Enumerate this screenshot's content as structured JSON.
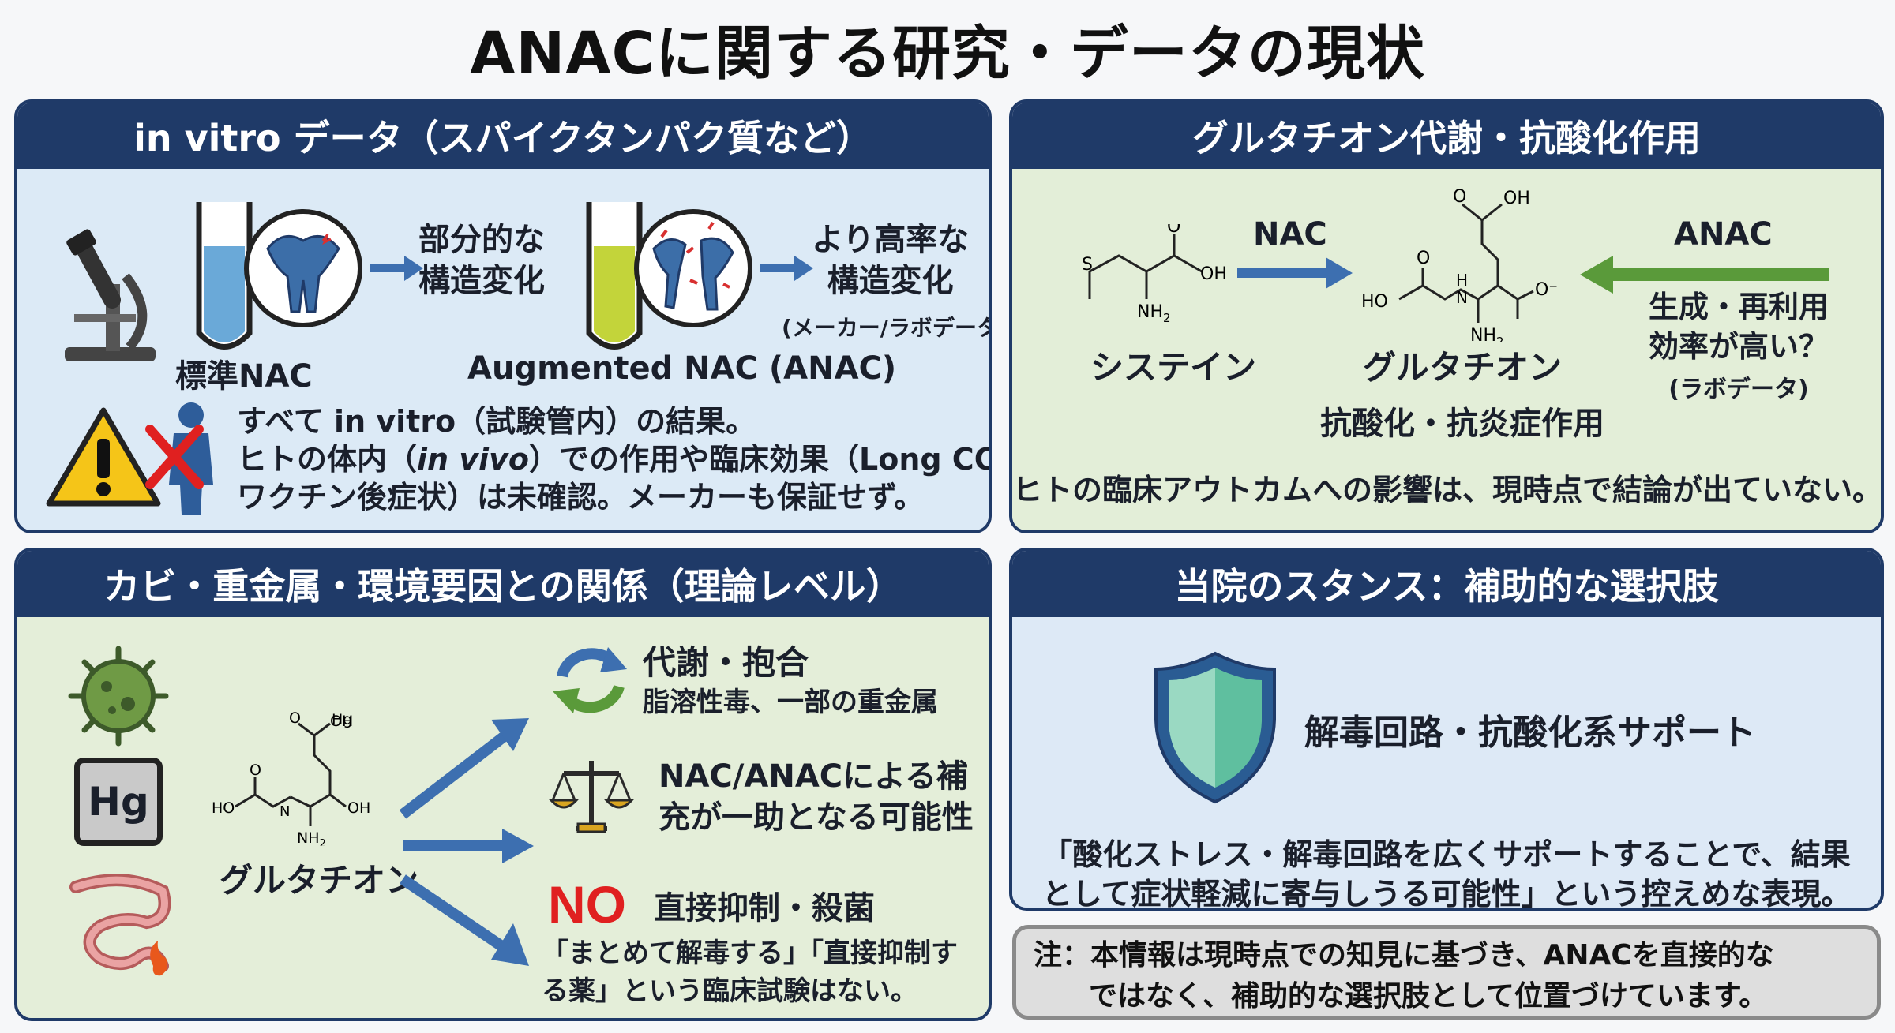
{
  "title": "ANACに関する研究・データの現状",
  "panel_invitro": {
    "header": "in vitro データ（スパイクタンパク質など）",
    "label_standard": "標準NAC",
    "label_augmented": "Augmented NAC (ANAC)",
    "arrow_text_1_line1": "部分的な",
    "arrow_text_1_line2": "構造変化",
    "arrow_text_2_line1": "より高率な",
    "arrow_text_2_line2": "構造変化",
    "arrow_text_2_note": "(メーカー/ラボデータ)",
    "warning_line1": "すべて in vitro（試験管内）の結果。",
    "warning_line2a": "ヒトの体内（",
    "warning_line2_italic": "in vivo",
    "warning_line2b": "）での作用や臨床効果（Long COVID、",
    "warning_line3": "ワクチン後症状）は未確認。メーカーも保証せず。"
  },
  "panel_glutathione": {
    "header": "グルタチオン代謝・抗酸化作用",
    "arrow_nac": "NAC",
    "arrow_anac": "ANAC",
    "label_cysteine": "システイン",
    "label_glutathione": "グルタチオン",
    "label_effect": "抗酸化・抗炎症作用",
    "anac_note_line1": "生成・再利用",
    "anac_note_line2": "効率が高い？",
    "anac_note_line3": "(ラボデータ)",
    "conclusion": "ヒトの臨床アウトカムへの影響は、現時点で結論が出ていない。",
    "chem": {
      "S": "S",
      "O": "O",
      "OH": "OH",
      "NH2": "NH",
      "two": "2",
      "HO": "HO",
      "H": "H",
      "N": "N",
      "Ominus": "O⁻"
    }
  },
  "panel_environment": {
    "header": "カビ・重金属・環境要因との関係（理論レベル）",
    "hg_label": "Hg",
    "label_glutathione": "グルタチオン",
    "item1_title": "代謝・抱合",
    "item1_sub": "脂溶性毒、一部の重金属",
    "item2_line1": "NAC/ANACによる補",
    "item2_line2": "充が一助となる可能性",
    "no_label": "NO",
    "item3_title": "直接抑制・殺菌",
    "item3_line1": "「まとめて解毒する」「直接抑制す",
    "item3_line2": "る薬」という臨床試験はない。"
  },
  "panel_stance": {
    "header": "当院のスタンス：補助的な選択肢",
    "support_label": "解毒回路・抗酸化系サポート",
    "quote_line1": "「酸化ストレス・解毒回路を広くサポートすることで、結果",
    "quote_line2": "として症状軽減に寄与しうる可能性」という控えめな表現。"
  },
  "note": {
    "line1": "注：本情報は現時点での知見に基づき、ANACを直接的な",
    "line2": "ではなく、補助的な選択肢として位置づけています。"
  },
  "colors": {
    "header_navy": "#1f3a68",
    "arrow_blue": "#3d6fb0",
    "arrow_green": "#5a9a3a",
    "no_red": "#e02020",
    "warning_yellow": "#f5c518",
    "shield_teal": "#5fbf9f"
  }
}
